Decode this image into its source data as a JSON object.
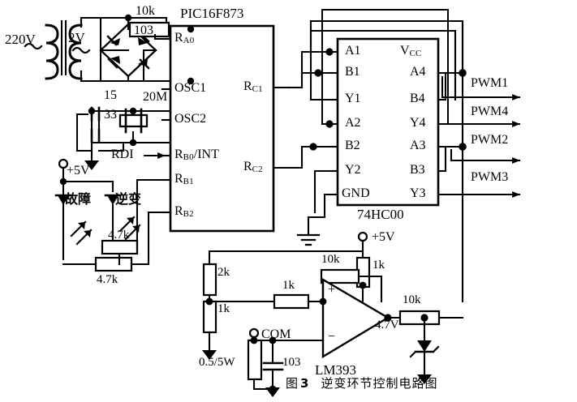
{
  "figure": {
    "label": "图",
    "number": "3",
    "caption": "逆变环节控制电路图"
  },
  "components": {
    "mcu": {
      "name": "PIC16F873",
      "pins_left": [
        "RA0",
        "OSC1",
        "OSC2",
        "RB0/INT",
        "RB1",
        "RB2"
      ],
      "pins_right": [
        "RC1",
        "RC2"
      ],
      "pin_labels": {
        "ra0_main": "R",
        "ra0_sub": "A0",
        "osc1": "OSC1",
        "osc2": "OSC2",
        "rb0_main": "R",
        "rb0_sub": "B0",
        "rb0_tail": "/INT",
        "rb1_main": "R",
        "rb1_sub": "B1",
        "rb2_main": "R",
        "rb2_sub": "B2",
        "rc1_main": "R",
        "rc1_sub": "C1",
        "rc2_main": "R",
        "rc2_sub": "C2"
      }
    },
    "logic": {
      "name": "74HC00",
      "pins_left": [
        "A1",
        "B1",
        "Y1",
        "A2",
        "B2",
        "Y2",
        "GND"
      ],
      "pins_right": [
        "VCC",
        "A4",
        "B4",
        "Y4",
        "A3",
        "B3",
        "Y3"
      ],
      "vcc_main": "V",
      "vcc_sub": "CC"
    },
    "comparator": {
      "name": "LM393",
      "plus": "+",
      "minus": "−"
    }
  },
  "supplies": {
    "mains": "220V",
    "secondary": "2V",
    "rail_mcu": "+5V",
    "rail_analog": "+5V",
    "com": "COM"
  },
  "signals": {
    "input": "RDI",
    "outputs": [
      "PWM1",
      "PWM4",
      "PWM2",
      "PWM3"
    ]
  },
  "indicators": {
    "fault": "故障",
    "inverter": "逆变"
  },
  "values": {
    "r_rect_10k": "10k",
    "c_rect_103": "103",
    "c_osc_15": "15",
    "c_osc_33": "33",
    "xtal_20m": "20M",
    "r_led1_4k7": "4.7k",
    "r_led2_4k7": "4.7k",
    "r_div_2k": "2k",
    "r_div_1k": "1k",
    "r_shunt_power": "0.5/5W",
    "r_in_1k": "1k",
    "c_filter_103": "103",
    "r_fb_10k": "10k",
    "r_pullup_1k": "1k",
    "r_out_10k": "10k",
    "zener_4v7": "4.7V"
  }
}
